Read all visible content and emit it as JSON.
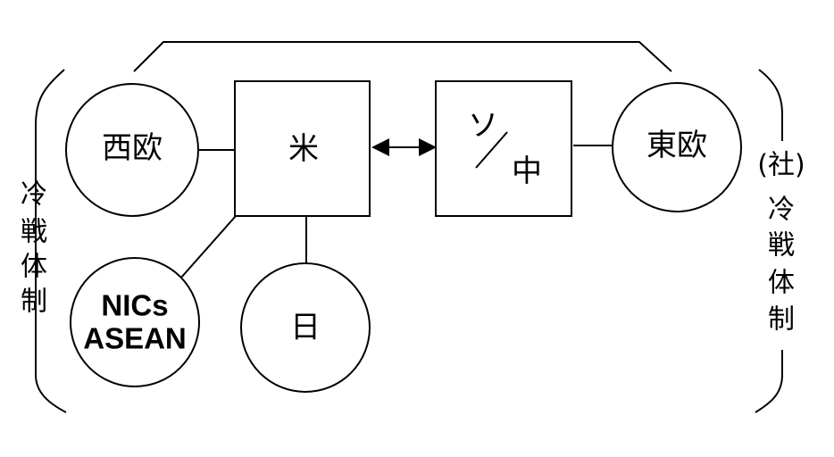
{
  "nodes": {
    "western_europe": "西欧",
    "usa": "米",
    "ussr": "ソ",
    "china": "中",
    "eastern_europe": "東欧",
    "nics": "NICs",
    "asean": "ASEAN",
    "japan": "日"
  },
  "side_labels": {
    "left": [
      "冷",
      "戦",
      "体",
      "制"
    ],
    "right_paren": "(社)",
    "right": [
      "冷",
      "戦",
      "体",
      "制"
    ]
  }
}
